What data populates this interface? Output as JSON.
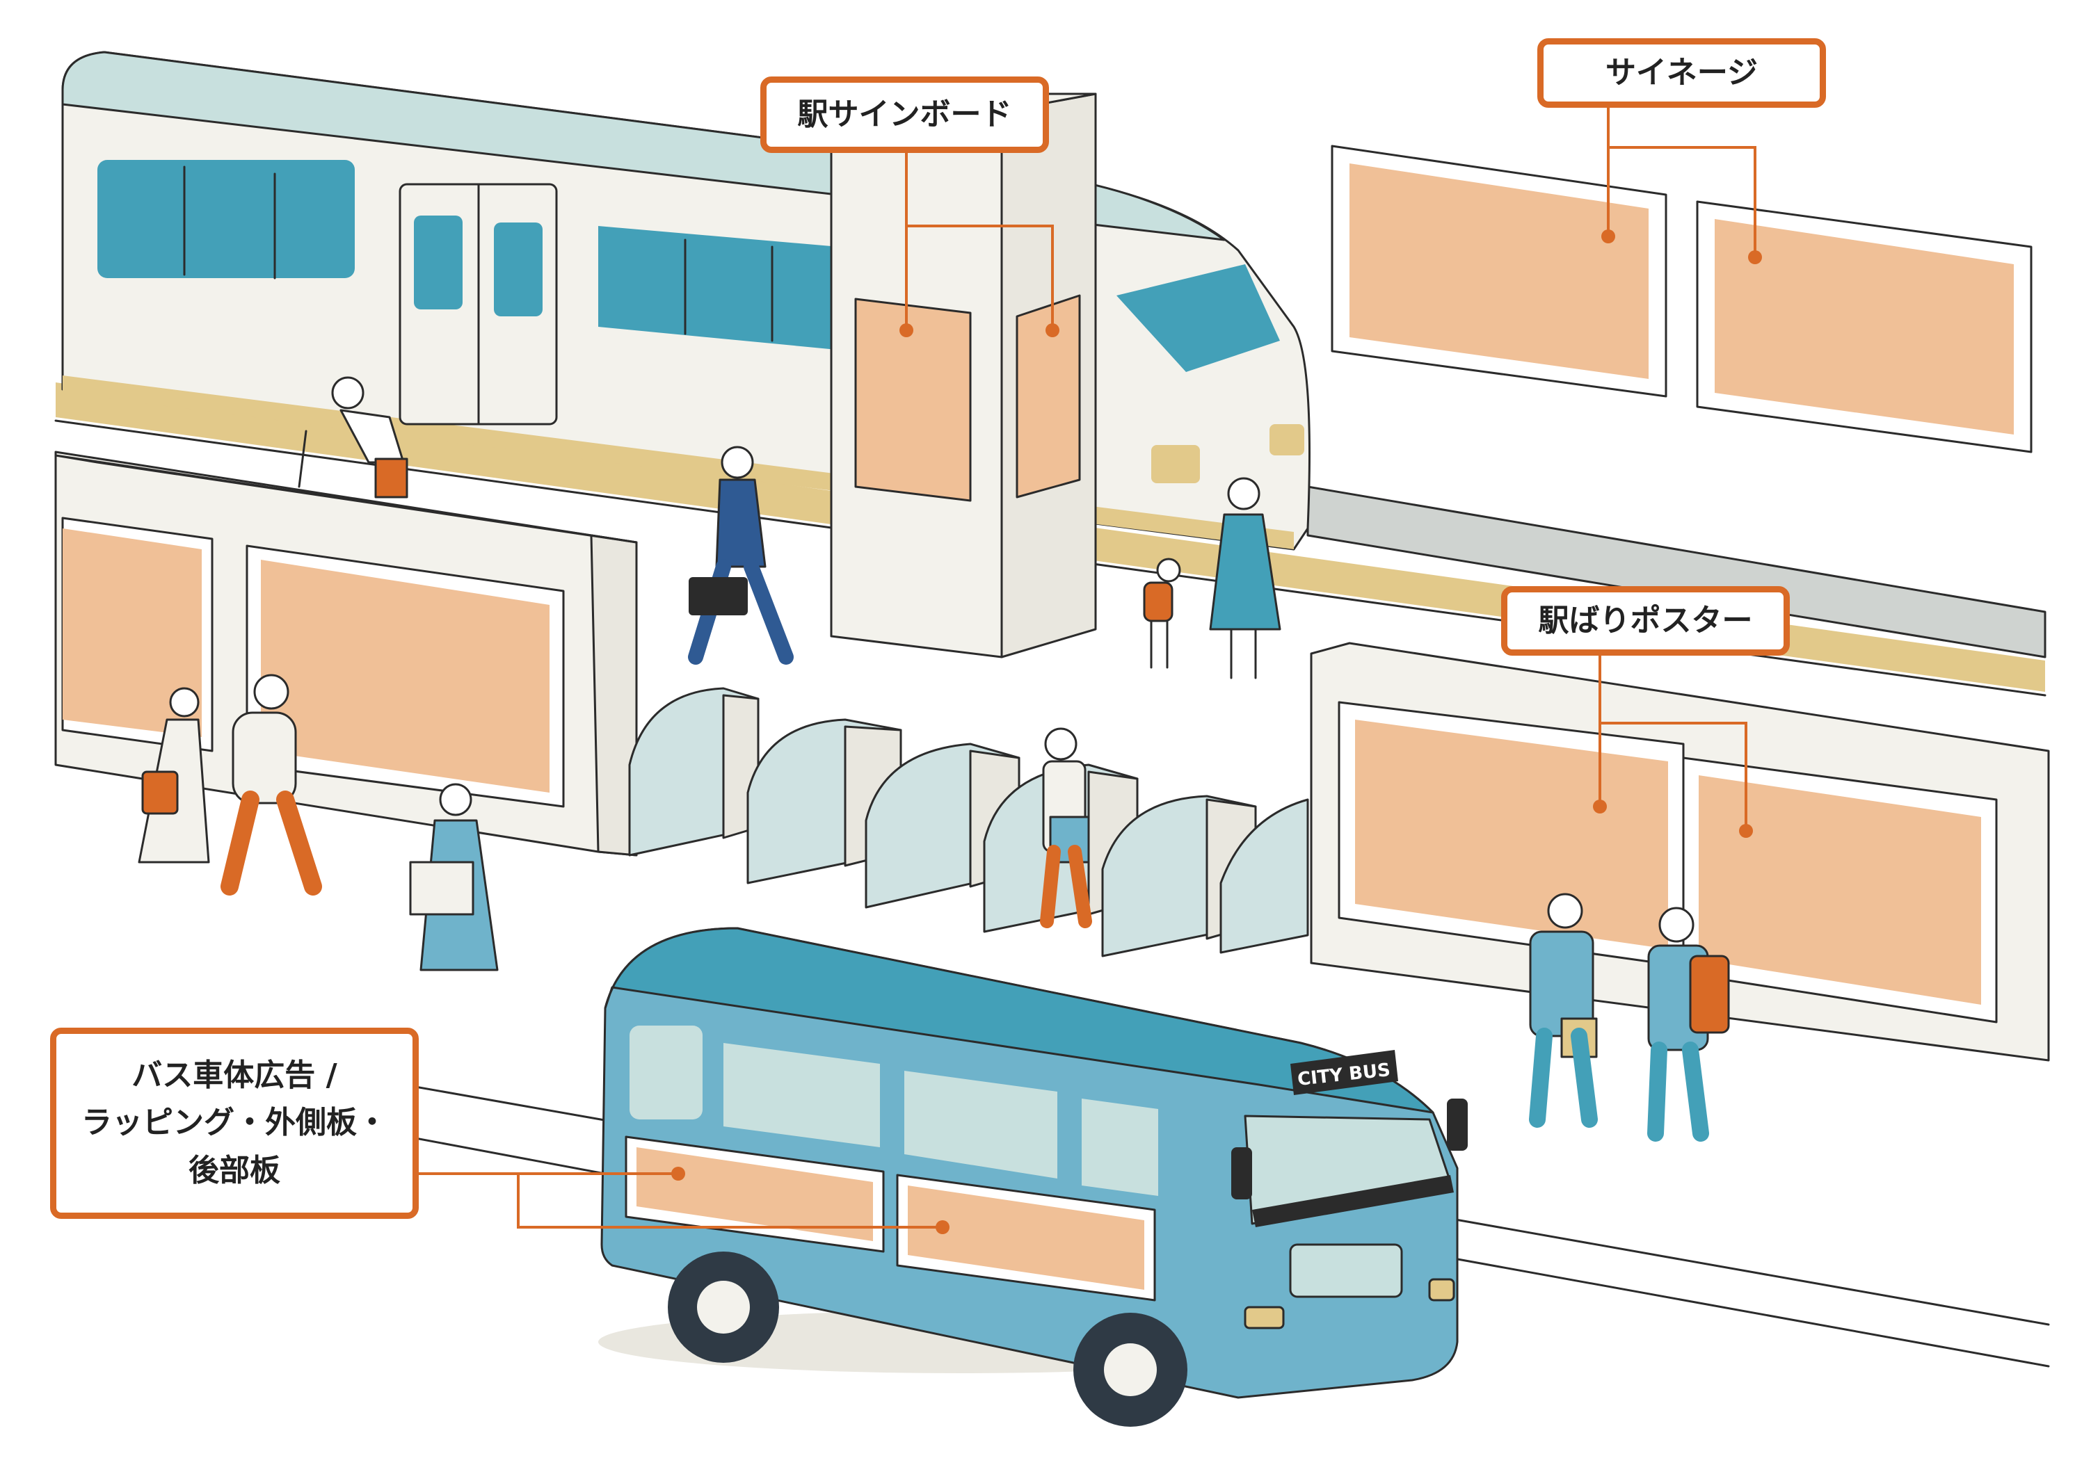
{
  "colors": {
    "accent": "#d96a26",
    "ad_panel": "#f0c097",
    "outline": "#2b2b2b",
    "train_body": "#f3f2ec",
    "train_roof": "#c8e0de",
    "window_teal": "#43a0b8",
    "bus_body": "#6fb3cb",
    "bus_roof": "#43a0b8",
    "gate": "#cfe2e2",
    "platform_line": "#e2c98a"
  },
  "callouts": {
    "station_signboard": "駅サインボード",
    "signage": "サイネージ",
    "station_poster": "駅ばりポスター",
    "bus_ad_lines": [
      "バス車体広告 /",
      "ラッピング・外側板・",
      "後部板"
    ]
  },
  "bus": {
    "sign": "CITY BUS"
  },
  "icons": [
    "train-icon",
    "bus-icon",
    "ticket-gate-icon",
    "pillar-icon",
    "person-icon"
  ]
}
